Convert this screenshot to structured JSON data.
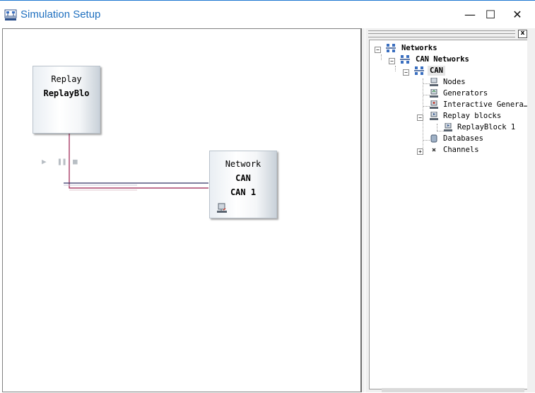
{
  "window": {
    "title": "Simulation Setup",
    "minimize_glyph": "—",
    "maximize_glyph": "☐",
    "close_glyph": "✕"
  },
  "canvas": {
    "replay_block": {
      "type_label": "Replay",
      "name": "ReplayBlo",
      "controls": [
        "play-icon",
        "pause-icon",
        "stop-icon"
      ]
    },
    "network_block": {
      "type_label": "Network",
      "bus": "CAN",
      "name": "CAN 1"
    }
  },
  "panel": {
    "close_glyph": "x",
    "tree": [
      {
        "label": "Networks",
        "bold": true,
        "expander": "−",
        "icon": "network-icon"
      },
      {
        "label": "CAN Networks",
        "bold": true,
        "expander": "−",
        "icon": "network-icon"
      },
      {
        "label": "CAN",
        "bold": true,
        "selected": true,
        "expander": "−",
        "icon": "network-icon"
      },
      {
        "label": "Nodes",
        "icon": "node-icon"
      },
      {
        "label": "Generators",
        "icon": "generator-icon"
      },
      {
        "label": "Interactive Genera…",
        "icon": "interactive-generator-icon"
      },
      {
        "label": "Replay blocks",
        "expander": "−",
        "icon": "replay-icon"
      },
      {
        "label": "ReplayBlock 1",
        "icon": "replay-icon"
      },
      {
        "label": "Databases",
        "icon": "database-icon"
      },
      {
        "label": "Channels",
        "expander": "+",
        "icon": "channel-icon"
      }
    ]
  },
  "colors": {
    "accent": "#1e6fbf",
    "wire_red": "#9b1c4e",
    "wire_dark": "#333366"
  }
}
